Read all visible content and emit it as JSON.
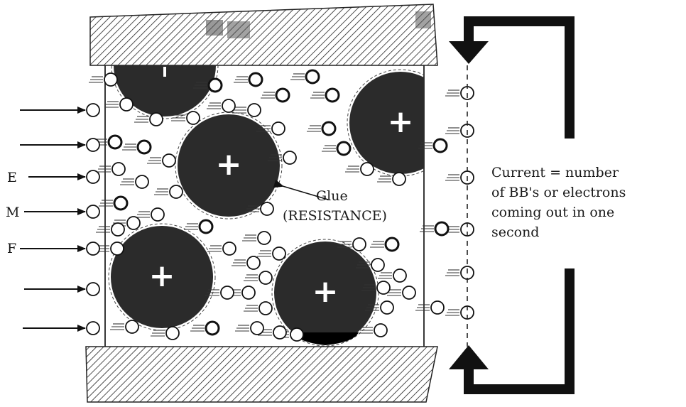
{
  "emf_labels": [
    "E",
    "M",
    "F"
  ],
  "glue_label": "Glue",
  "resistance_label": "(RESISTANCE)",
  "ion_symbol": "+",
  "current_lines": [
    "Current = number",
    "of BB's or electrons",
    "coming out in one",
    "second"
  ],
  "colors": {
    "ink": "#1a1a1a",
    "ion_fill": "#2b2b2b",
    "hatch": "#222222",
    "background": "#ffffff"
  }
}
